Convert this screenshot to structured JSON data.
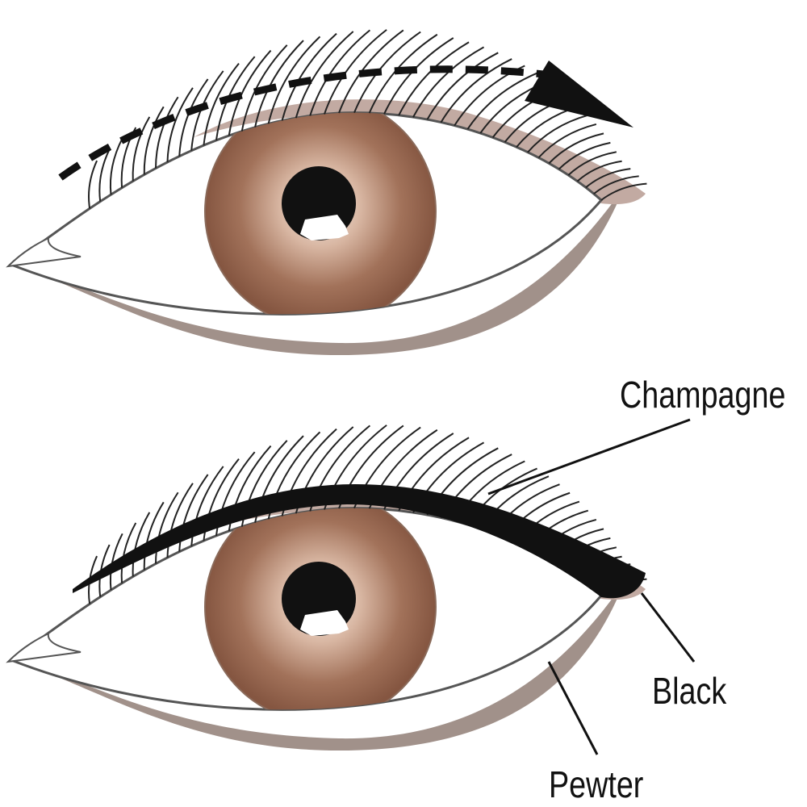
{
  "labels": {
    "champagne": "Champagne",
    "black": "Black",
    "pewter": "Pewter"
  },
  "colors": {
    "champagne": "#c2aaa2",
    "pewter": "#a1918a",
    "liner": "#111111",
    "iris_outer": "#8a5a44",
    "iris_inner": "#f3e4da"
  }
}
